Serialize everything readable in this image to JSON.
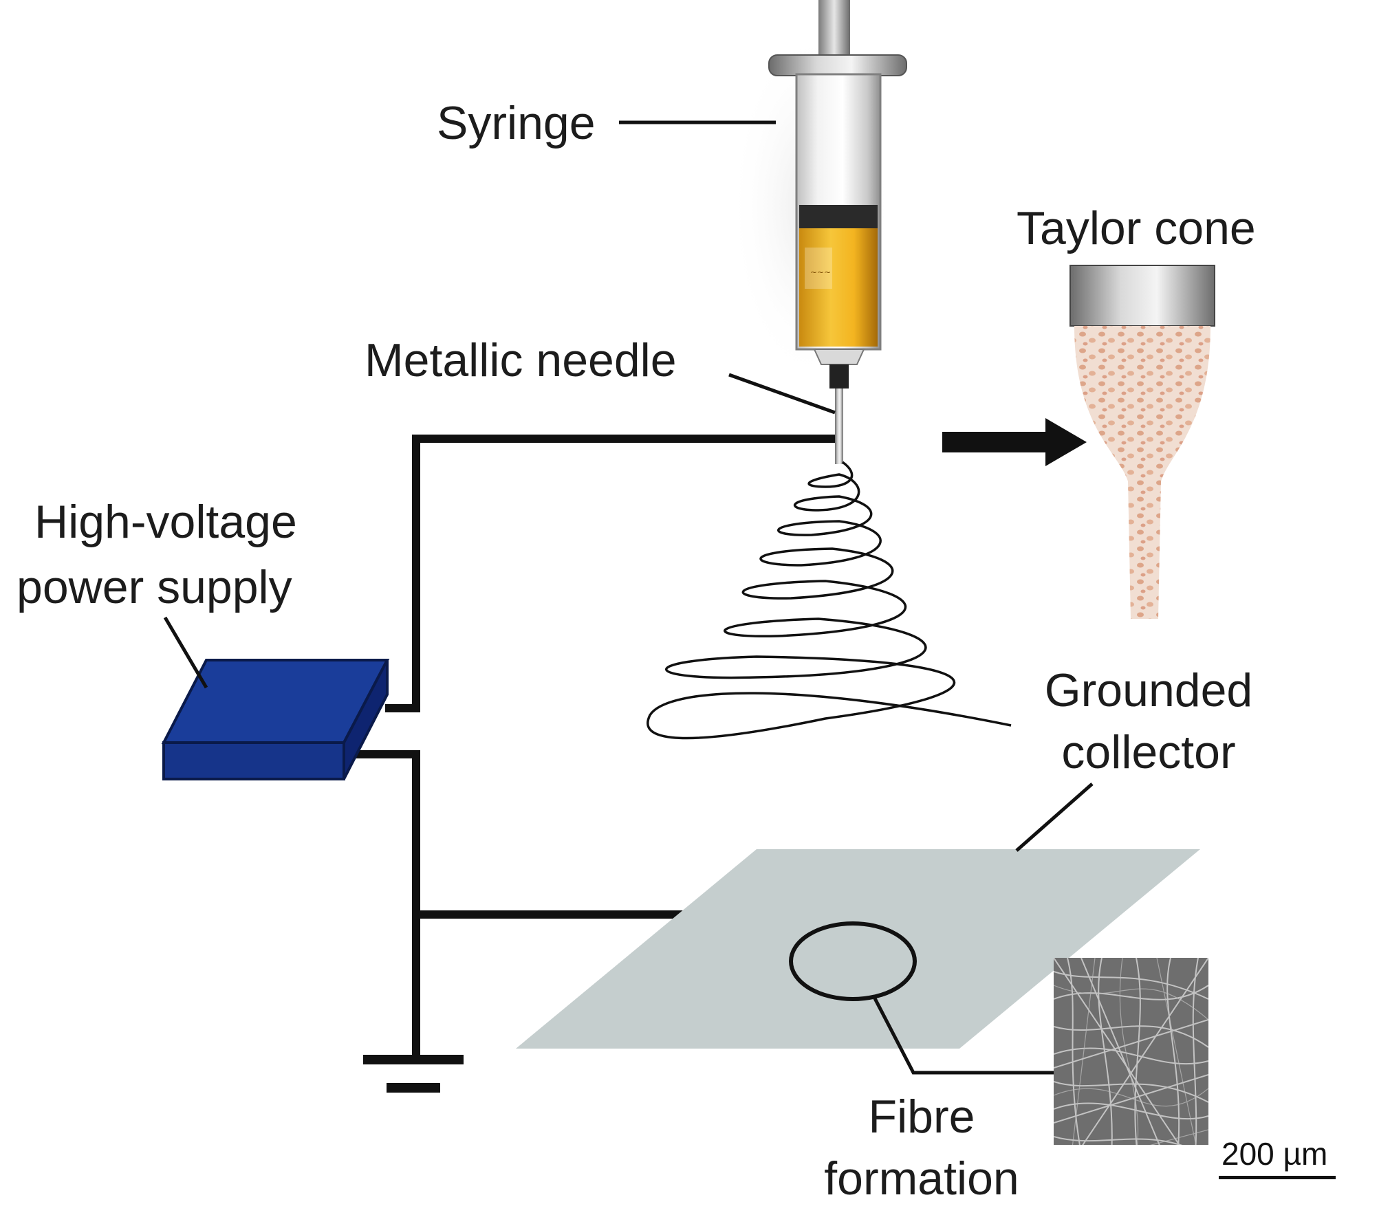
{
  "labels": {
    "syringe": "Syringe",
    "taylor_cone": "Taylor cone",
    "metallic_needle": "Metallic needle",
    "power_supply_line1": "High-voltage",
    "power_supply_line2": "power supply",
    "grounded_collector_line1": "Grounded",
    "grounded_collector_line2": "collector",
    "fibre_formation_line1": "Fibre",
    "fibre_formation_line2": "formation",
    "scale_bar": "200 µm"
  },
  "colors": {
    "wire": "#111111",
    "power_supply_top": "#1a3d9a",
    "power_supply_side": "#0e2470",
    "collector": "#c6cfcf",
    "taylor_cone_fill": "#efd9cc",
    "taylor_cone_dots": "#d79a7a",
    "syringe_liquid": "#f2b21e"
  },
  "icons": [
    "syringe-icon",
    "power-supply-box",
    "taylor-cone-icon",
    "ground-symbol-icon",
    "arrow-right-icon"
  ]
}
